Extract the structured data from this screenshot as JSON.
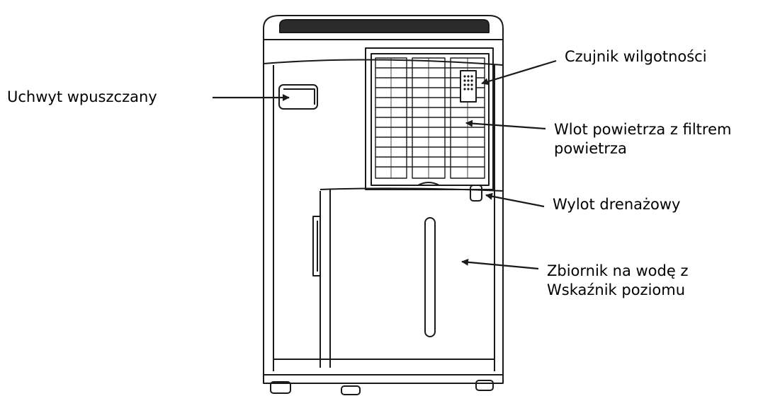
{
  "labels": {
    "handle": "Uchwyt wpuszczany",
    "humidity_sensor": "Czujnik wilgotności",
    "air_inlet_line1": "Wlot powietrza z filtrem",
    "air_inlet_line2": "powietrza",
    "drain_outlet": "Wylot drenażowy",
    "water_tank_line1": "Zbiornik na wodę z",
    "water_tank_line2": "Wskaźnik poziomu"
  },
  "colors": {
    "line": "#1a1a1a",
    "text": "#000000",
    "background": "#ffffff"
  }
}
